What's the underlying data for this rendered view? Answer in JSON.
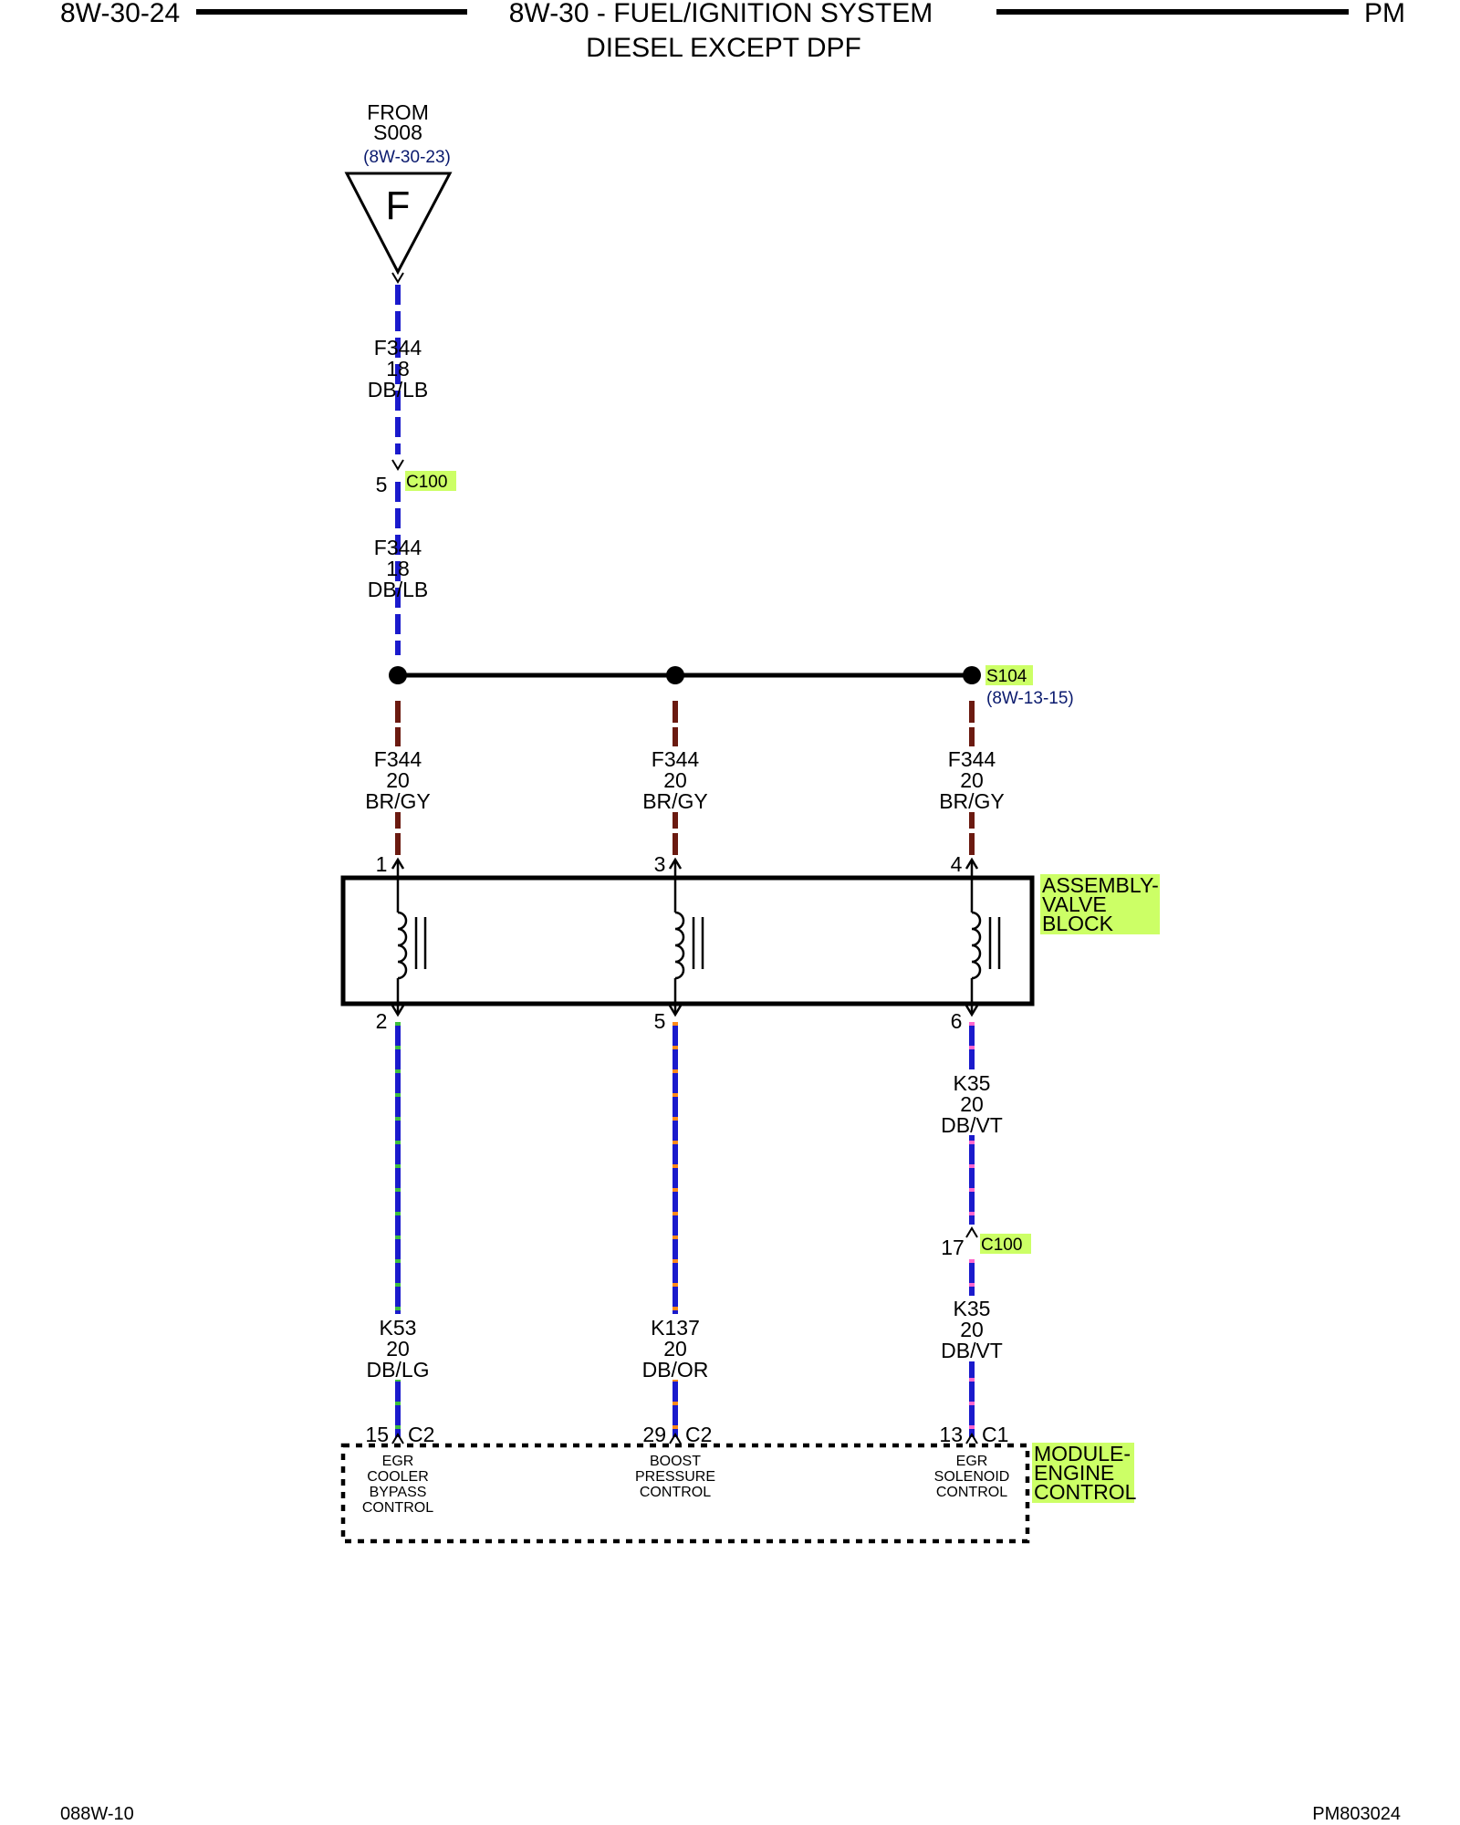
{
  "header": {
    "page_left": "8W-30-24",
    "title_line1": "8W-30 - FUEL/IGNITION SYSTEM",
    "title_line2": "DIESEL EXCEPT DPF",
    "page_right": "PM"
  },
  "footer": {
    "left": "088W-10",
    "right": "PM803024"
  },
  "source": {
    "line1": "FROM",
    "line2": "S008",
    "ref": "(8W-30-23)",
    "letter": "F"
  },
  "wires": {
    "top_upper": {
      "circuit": "F344",
      "gauge": "18",
      "color": "DB/LB"
    },
    "top_lower": {
      "circuit": "F344",
      "gauge": "18",
      "color": "DB/LB"
    },
    "branch1": {
      "circuit": "F344",
      "gauge": "20",
      "color": "BR/GY"
    },
    "branch2": {
      "circuit": "F344",
      "gauge": "20",
      "color": "BR/GY"
    },
    "branch3": {
      "circuit": "F344",
      "gauge": "20",
      "color": "BR/GY"
    },
    "out1": {
      "circuit": "K53",
      "gauge": "20",
      "color": "DB/LG"
    },
    "out2": {
      "circuit": "K137",
      "gauge": "20",
      "color": "DB/OR"
    },
    "out3_upper": {
      "circuit": "K35",
      "gauge": "20",
      "color": "DB/VT"
    },
    "out3_lower": {
      "circuit": "K35",
      "gauge": "20",
      "color": "DB/VT"
    }
  },
  "connectors": {
    "c100_top": {
      "pin": "5",
      "name": "C100"
    },
    "c100_right": {
      "pin": "17",
      "name": "C100"
    }
  },
  "splice": {
    "name": "S104",
    "ref": "(8W-13-15)"
  },
  "valve_block": {
    "pins_top": [
      "1",
      "3",
      "4"
    ],
    "pins_bottom": [
      "2",
      "5",
      "6"
    ],
    "label": [
      "ASSEMBLY-",
      "VALVE",
      "BLOCK"
    ]
  },
  "ecm": {
    "pins": [
      {
        "pin": "15",
        "conn": "C2",
        "desc": [
          "EGR",
          "COOLER",
          "BYPASS",
          "CONTROL"
        ]
      },
      {
        "pin": "29",
        "conn": "C2",
        "desc": [
          "BOOST",
          "PRESSURE",
          "CONTROL"
        ]
      },
      {
        "pin": "13",
        "conn": "C1",
        "desc": [
          "EGR",
          "SOLENOID",
          "CONTROL"
        ]
      }
    ],
    "label": [
      "MODULE-",
      "ENGINE",
      "CONTROL"
    ]
  },
  "colors": {
    "db_wire": "#1a1acc",
    "br_wire": "#6b1a10",
    "lg_stripe": "#3fbf3f",
    "or_stripe": "#ff8a1a",
    "vt_stripe": "#ff66cc",
    "highlight": "#ccff66",
    "ref_text": "#0a1a6e"
  }
}
